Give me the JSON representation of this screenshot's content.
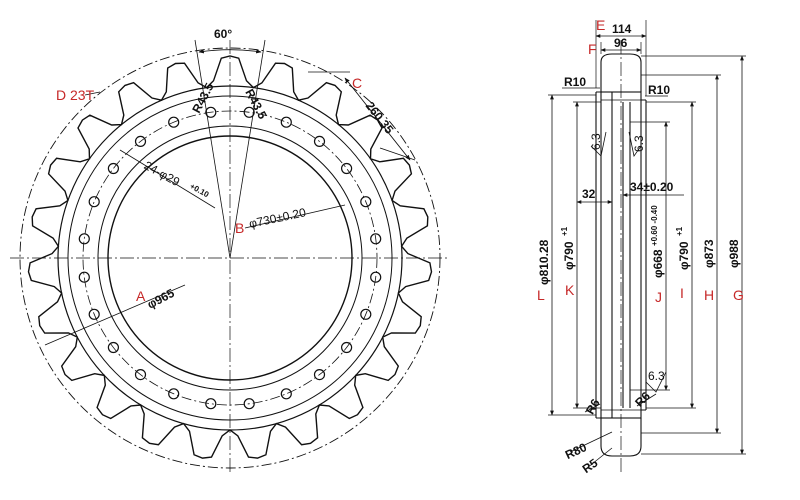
{
  "front_view": {
    "angle": "60°",
    "teeth_label": "D 23T",
    "radius_left": "R43.5",
    "radius_right": "R43.5",
    "chord_letter": "C",
    "chord": "260.35",
    "holes": "24-φ29",
    "holes_tol": "+0.10",
    "bore_letter": "B",
    "bore": "φ730±0.20",
    "outer_letter": "A",
    "outer": "φ965"
  },
  "side_view": {
    "letters": {
      "E": "E",
      "F": "F",
      "G": "G",
      "H": "H",
      "I": "I",
      "J": "J",
      "K": "K",
      "L": "L"
    },
    "width_total": "114",
    "width_tooth": "96",
    "r10_left": "R10",
    "r10_right": "R10",
    "rough_1": "6.3",
    "rough_2": "6.3",
    "rough_3": "6.3",
    "d32": "32",
    "d34": "34±0.20",
    "d810": "φ810.28",
    "d790_left": "φ790",
    "d790_left_tol": "+1",
    "d668": "φ668",
    "d668_tol": "+0.60 -0.40",
    "d790_right": "φ790",
    "d790_right_tol": "+1",
    "d873": "φ873",
    "d988": "φ988",
    "r6_left": "R6",
    "r6_right": "R6",
    "r80": "R80",
    "r5": "R5"
  }
}
